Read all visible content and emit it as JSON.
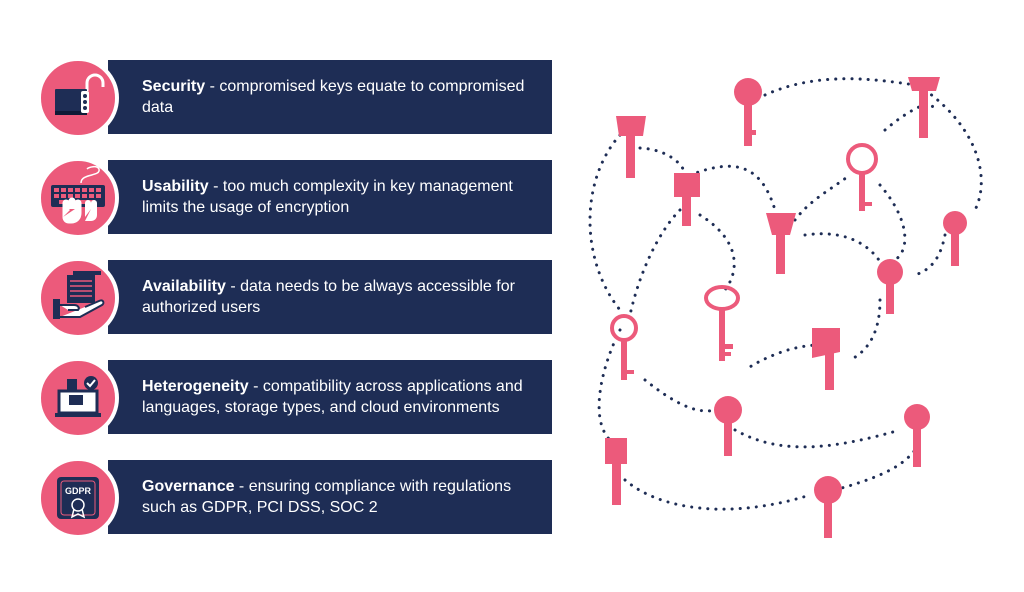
{
  "colors": {
    "navy": "#1e2d55",
    "pink": "#ec5a7b",
    "white": "#ffffff"
  },
  "items": [
    {
      "title": "Security",
      "desc": " - compromised keys equate to compromised data",
      "icon": "padlock-icon"
    },
    {
      "title": "Usability",
      "desc": " - too much complexity in key management limits the usage of encryption",
      "icon": "keyboard-icon"
    },
    {
      "title": "Availability",
      "desc": " - data needs to be always accessible for authorized users",
      "icon": "server-hand-icon"
    },
    {
      "title": "Heterogeneity",
      "desc": " - compatibility across applications and languages, storage types, and cloud environments",
      "icon": "laptop-check-icon"
    },
    {
      "title": "Governance",
      "desc": " - ensuring compliance with regulations such as GDPR, PCI DSS, SOC 2",
      "icon": "gdpr-badge-icon"
    }
  ],
  "gdpr_badge_text": "GDPR"
}
